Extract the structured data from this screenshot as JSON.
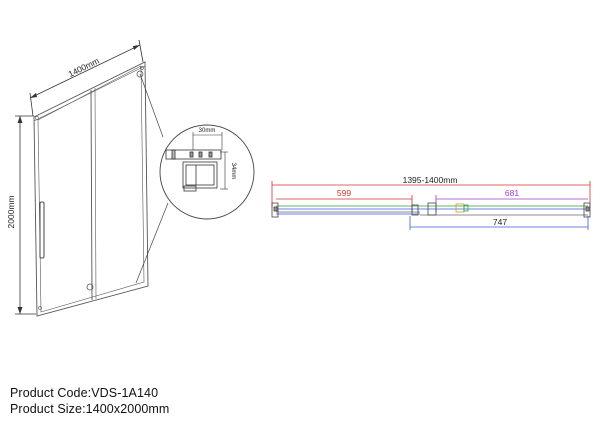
{
  "dimensions": {
    "width_label": "1400mm",
    "height_label": "2000mm",
    "detail_width": "30mm",
    "detail_height": "34mm",
    "total_range": "1395-1400mm",
    "fixed_panel": "599",
    "sliding_opening": "681",
    "door_panel": "747"
  },
  "product": {
    "code_label": "Product Code:",
    "code": "VDS-1A140",
    "size_label": "Product Size:",
    "size": "1400x2000mm"
  },
  "colors": {
    "line": "#4a4a4a",
    "dim_red": "#d0342c",
    "dim_purple": "#a03cc8",
    "dim_blue": "#3a5bd6",
    "dim_green": "#2f9e44"
  }
}
